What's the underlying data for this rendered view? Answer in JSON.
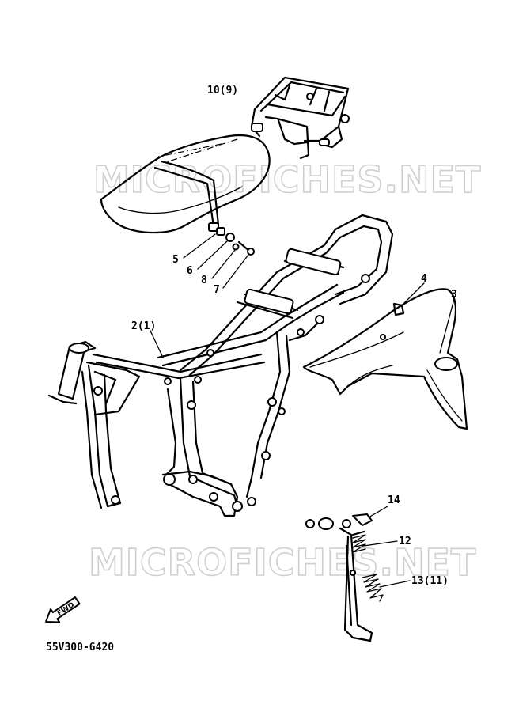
{
  "watermark": {
    "top": "MICROFICHES.NET",
    "bottom": "MICROFICHES.NET"
  },
  "diagram_code": "55V300-6420",
  "direction_label": "FWD",
  "callouts": {
    "c10": "10(9)",
    "c2": "2(1)",
    "c3": "3",
    "c4": "4",
    "c5": "5",
    "c6": "6",
    "c7": "7",
    "c8": "8",
    "c12": "12",
    "c13": "13(11)",
    "c14": "14"
  }
}
